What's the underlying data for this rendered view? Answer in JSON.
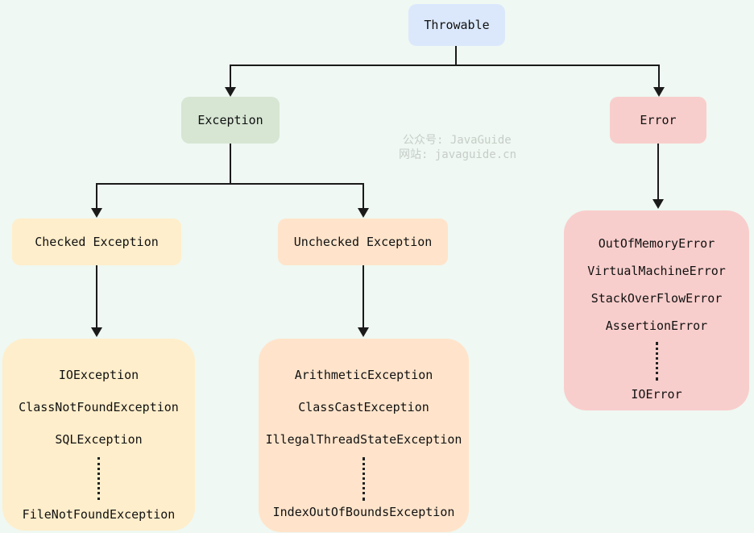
{
  "diagram": {
    "background_color": "#eff8f2",
    "line_color": "#1a1a1a",
    "nodes": {
      "throwable": {
        "label": "Throwable",
        "fill": "#dbe8fc"
      },
      "exception": {
        "label": "Exception",
        "fill": "#d6e6d3"
      },
      "error": {
        "label": "Error",
        "fill": "#f8cecc"
      },
      "checked": {
        "label": "Checked Exception",
        "fill": "#ffeecb"
      },
      "unchecked": {
        "label": "Unchecked Exception",
        "fill": "#ffe4cb"
      }
    },
    "lists": {
      "checked": {
        "fill": "#ffeecb",
        "items": [
          "IOException",
          "ClassNotFoundException",
          "SQLException"
        ],
        "tail": "FileNotFoundException"
      },
      "unchecked": {
        "fill": "#ffe4cb",
        "items": [
          "ArithmeticException",
          "ClassCastException",
          "IllegalThreadStateException"
        ],
        "tail": "IndexOutOfBoundsException"
      },
      "error": {
        "fill": "#f8cecc",
        "items": [
          "OutOfMemoryError",
          "VirtualMachineError",
          "StackOverFlowError",
          "AssertionError"
        ],
        "tail": "IOError"
      }
    },
    "watermark": {
      "line1": "公众号: JavaGuide",
      "line2": "网站: javaguide.cn",
      "color": "#c7cdc8"
    }
  }
}
